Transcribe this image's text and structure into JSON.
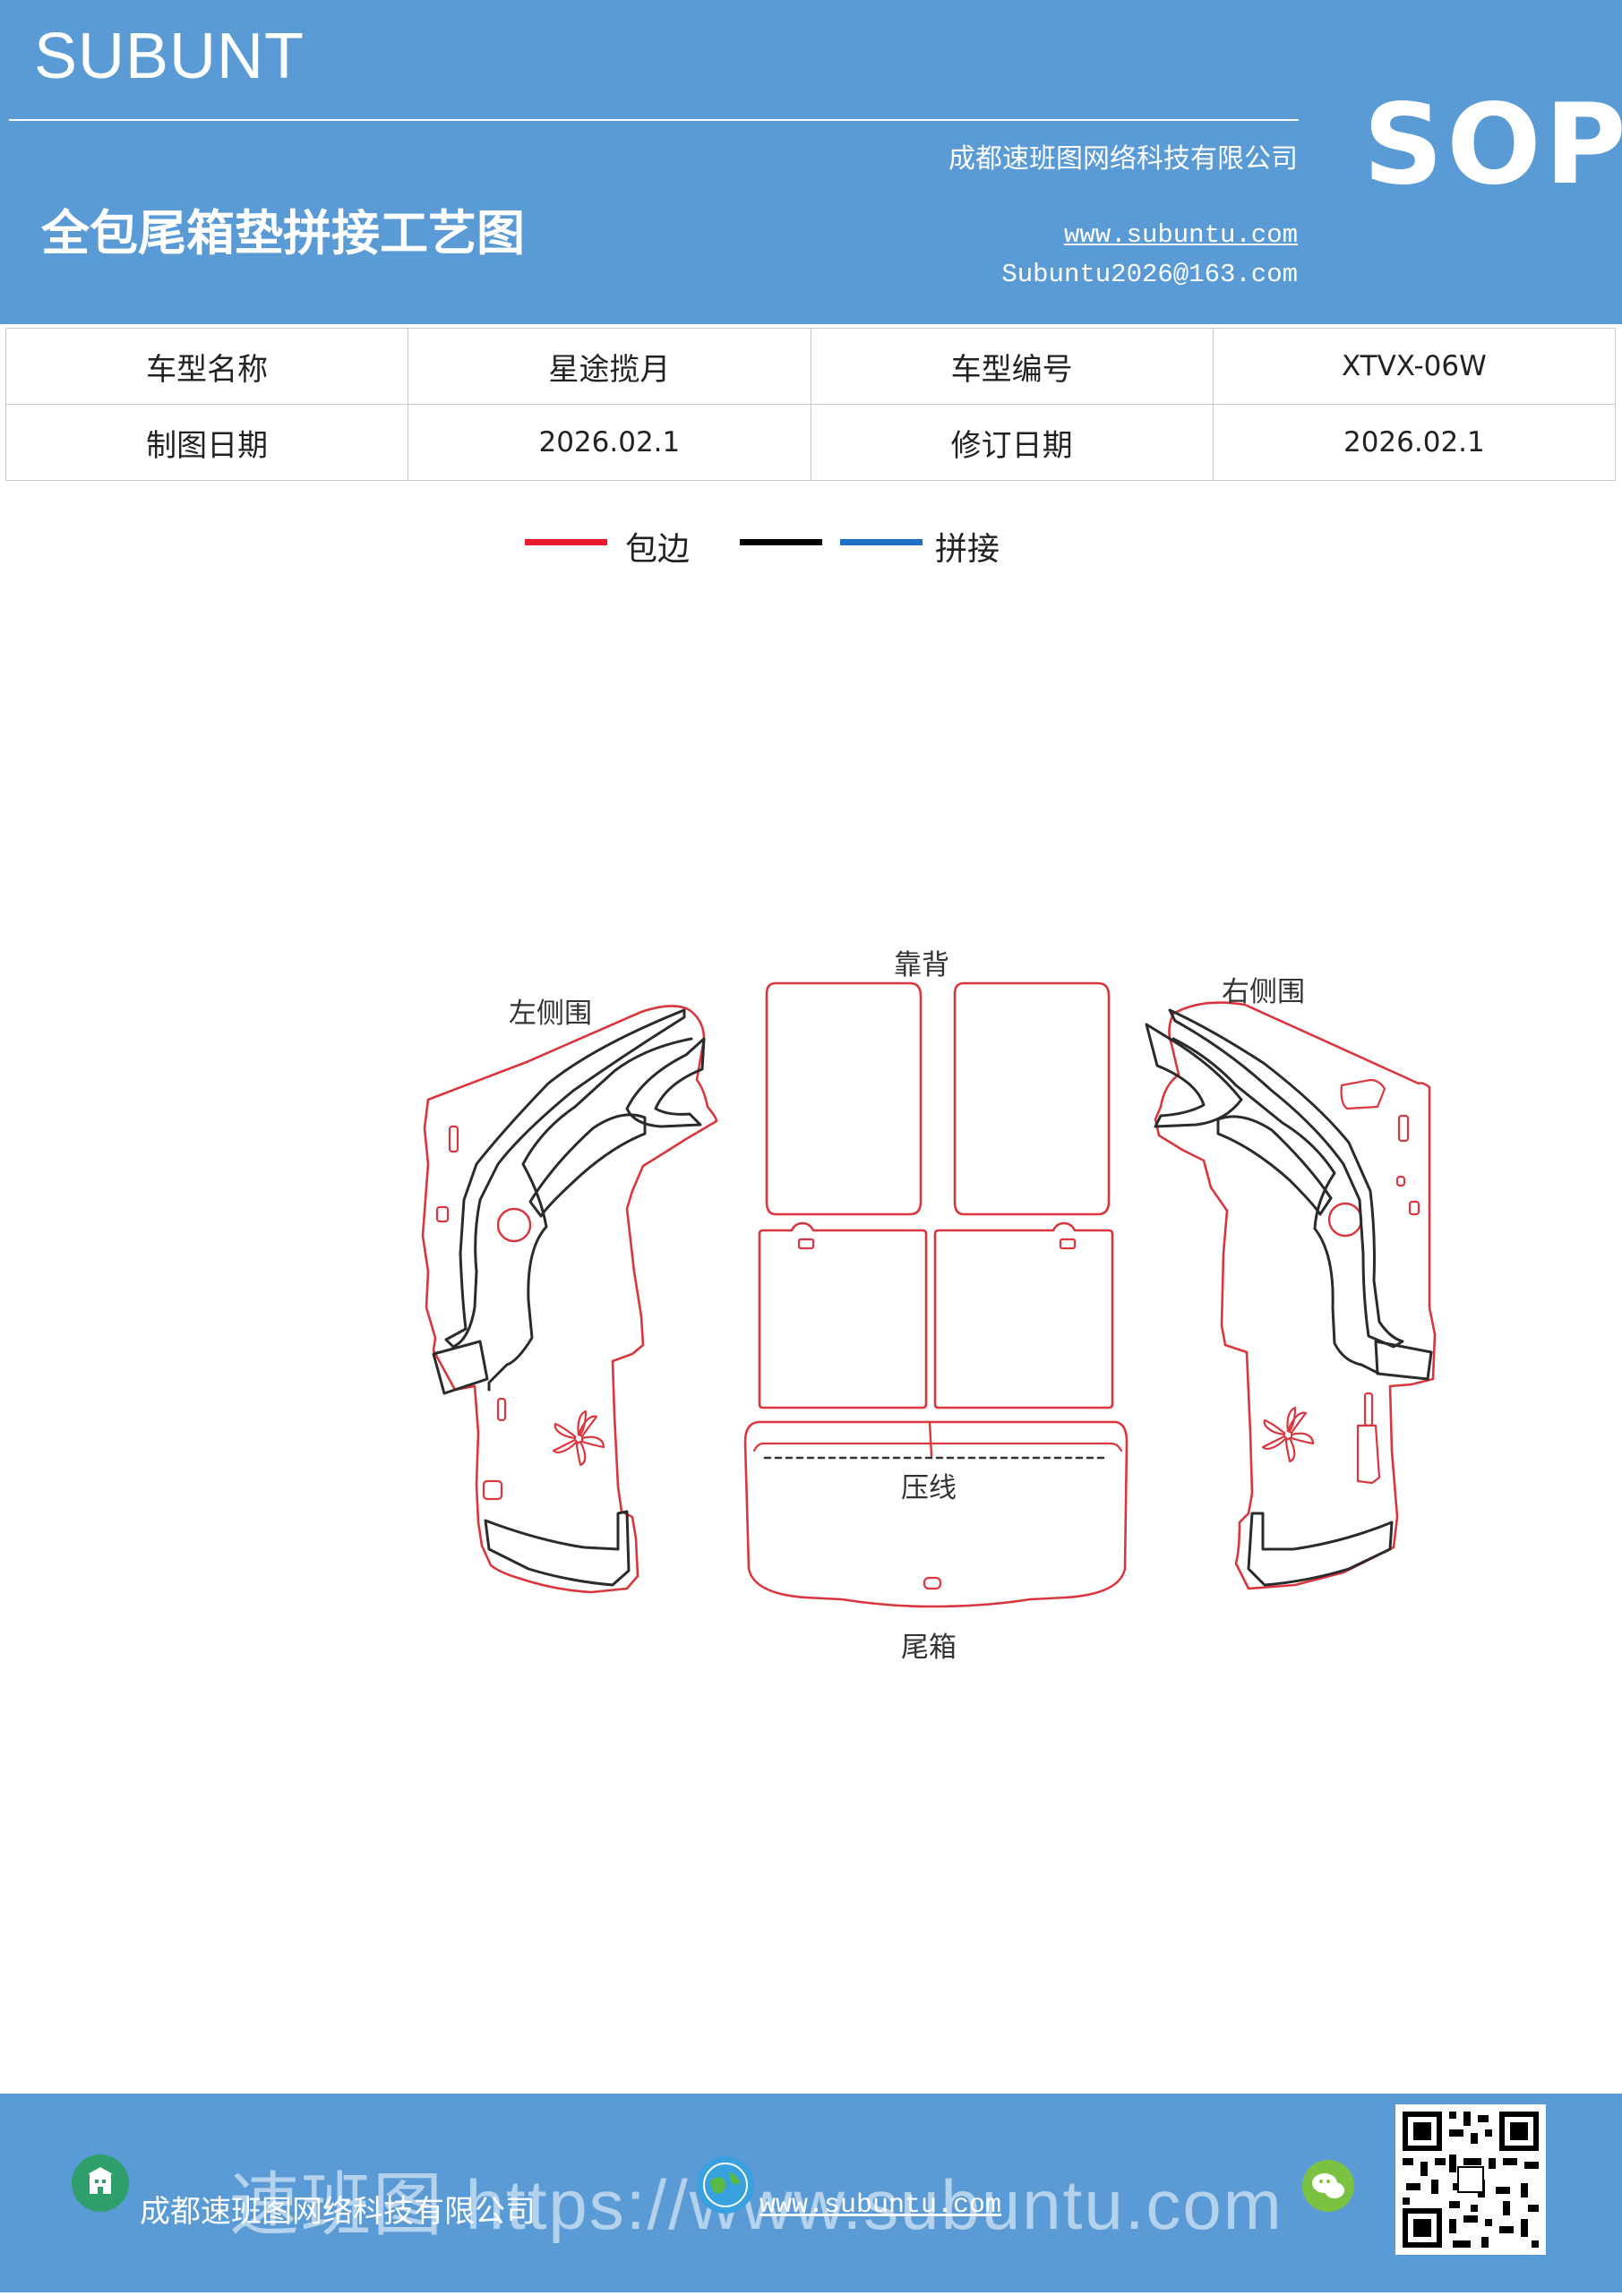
{
  "header": {
    "brand": "SUBUNT",
    "badge": "SOP",
    "title": "全包尾箱垫拼接工艺图",
    "company": "成都速班图网络科技有限公司",
    "website": "www.subuntu.com",
    "email": "Subuntu2026@163.com"
  },
  "info_table": {
    "row1": {
      "label_a": "车型名称",
      "value_a": "星途揽月",
      "label_b": "车型编号",
      "value_b": "XTVX-06W"
    },
    "row2": {
      "label_a": "制图日期",
      "value_a": "2026.02.1",
      "label_b": "修订日期",
      "value_b": "2026.02.1"
    }
  },
  "legend": {
    "items": [
      {
        "label": "包边",
        "color": "#e8192c"
      },
      {
        "label": "",
        "color": "#000000"
      },
      {
        "label": "拼接",
        "color": "#1f6fc4"
      }
    ]
  },
  "diagram": {
    "labels": {
      "backrest": "靠背",
      "left_side": "左侧围",
      "right_side": "右侧围",
      "crease": "压线",
      "trunk": "尾箱"
    },
    "colors": {
      "edge": "#d9363e",
      "seam": "#2b2b2b"
    }
  },
  "footer": {
    "company": "成都速班图网络科技有限公司",
    "website": "www.subuntu.com",
    "watermark": "速班图 https://www.subuntu.com"
  }
}
